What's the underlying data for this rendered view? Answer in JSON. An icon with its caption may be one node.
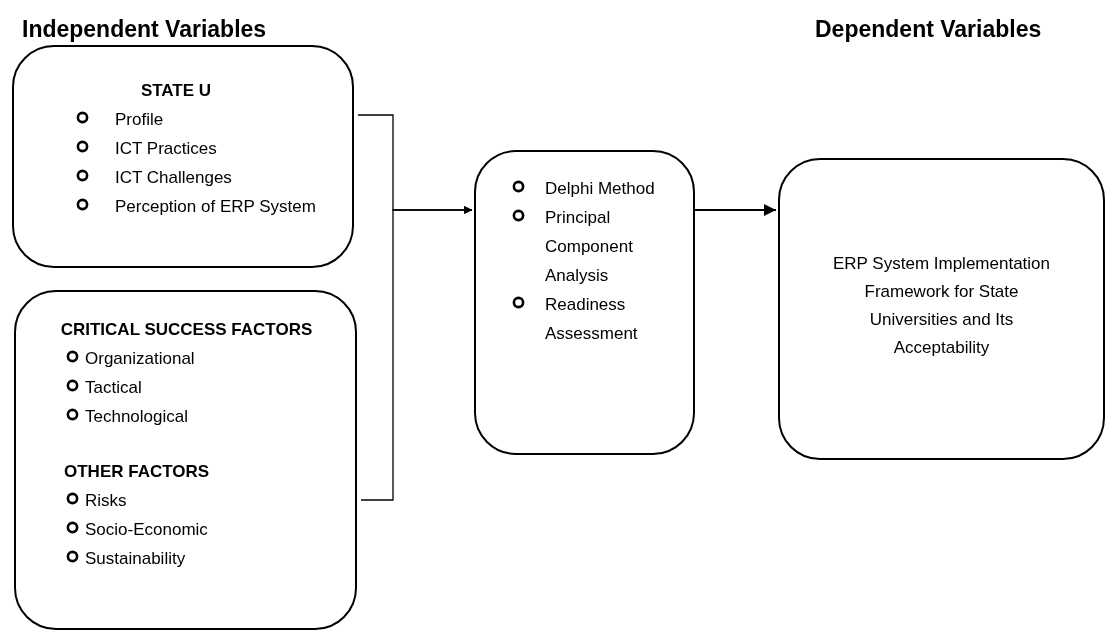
{
  "diagram": {
    "nodes": [
      {
        "text": [
          "STATE U",
          "Profile",
          "ICT Practices",
          "ICT Challenges",
          "Perception of ERP System"
        ]
      },
      {
        "text": [
          "CRITICAL SUCCESS FACTORS",
          "Organizational",
          "Tactical",
          "Technological",
          "OTHER FACTORS",
          "Risks",
          "Socio-Economic",
          "Sustainability"
        ]
      },
      {
        "text": [
          "Delphi Method",
          "Principal Component Analysis",
          "Readiness Assessment"
        ]
      },
      {
        "text": [
          "ERP System Implementation Framework for State Universities and Its Acceptability"
        ]
      }
    ],
    "edges": [
      {
        "from": 0,
        "to": 2,
        "arrow": "to"
      },
      {
        "from": 1,
        "to": 2,
        "arrow": "to"
      },
      {
        "from": 2,
        "to": 3,
        "arrow": "to"
      }
    ],
    "labels": [
      "Independent Variables",
      "Dependent Variables"
    ]
  }
}
